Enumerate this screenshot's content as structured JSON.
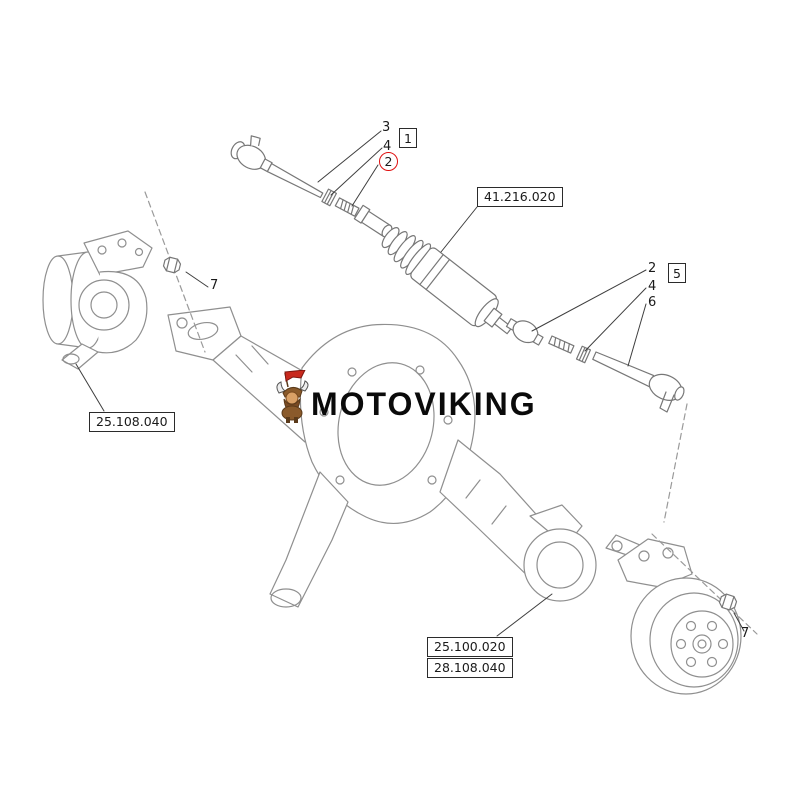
{
  "product": {
    "brand_watermark": "MOTOVIKING"
  },
  "colors": {
    "highlight_circle": "#e01010",
    "part_line": "#8f8f8f",
    "leader_line": "#3e3e3e",
    "label_text": "#1a1a1a"
  },
  "labels": {
    "assembly_left_box": "1",
    "assembly_right_box": "5",
    "cylinder_part": "41.216.020",
    "hub_left_part": "25.108.040",
    "axle_part": "25.100.020",
    "hub_right_part": "28.108.040",
    "callout_top_3": "3",
    "callout_top_4": "4",
    "callout_top_2": "2",
    "callout_right_2": "2",
    "callout_right_4": "4",
    "callout_right_6": "6",
    "callout_nut_left_7": "7",
    "callout_nut_right_7": "7"
  }
}
